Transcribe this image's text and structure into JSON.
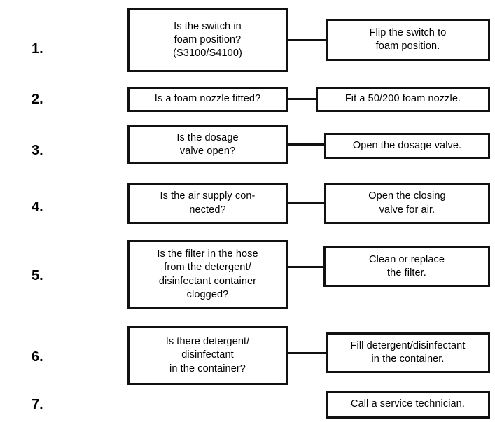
{
  "document": {
    "title": "Foam troubleshooting decision list",
    "background_color": "#ffffff",
    "line_color": "#111111",
    "text_color": "#000000"
  },
  "rows": [
    {
      "number": "1.",
      "question": "Is the switch in\nfoam position?\n(S3100/S4100)",
      "action": "Flip the switch to\nfoam position.",
      "has_connector": true
    },
    {
      "number": "2.",
      "question": "Is a foam nozzle fitted?",
      "action": "Fit a 50/200 foam nozzle.",
      "has_connector": true
    },
    {
      "number": "3.",
      "question": "Is the dosage\nvalve open?",
      "action": "Open the dosage valve.",
      "has_connector": true
    },
    {
      "number": "4.",
      "question": "Is the air supply con-\nnected?",
      "action": "Open the closing\nvalve for air.",
      "has_connector": true
    },
    {
      "number": "5.",
      "question": "Is the filter in the hose\nfrom the detergent/\ndisinfectant container\nclogged?",
      "action": "Clean or replace\nthe filter.",
      "has_connector": true
    },
    {
      "number": "6.",
      "question": "Is there detergent/\ndisinfectant\nin the container?",
      "action": "Fill detergent/disinfectant\nin the container.",
      "has_connector": true
    },
    {
      "number": "7.",
      "question": "",
      "action": "Call a service technician.",
      "has_connector": false
    }
  ]
}
